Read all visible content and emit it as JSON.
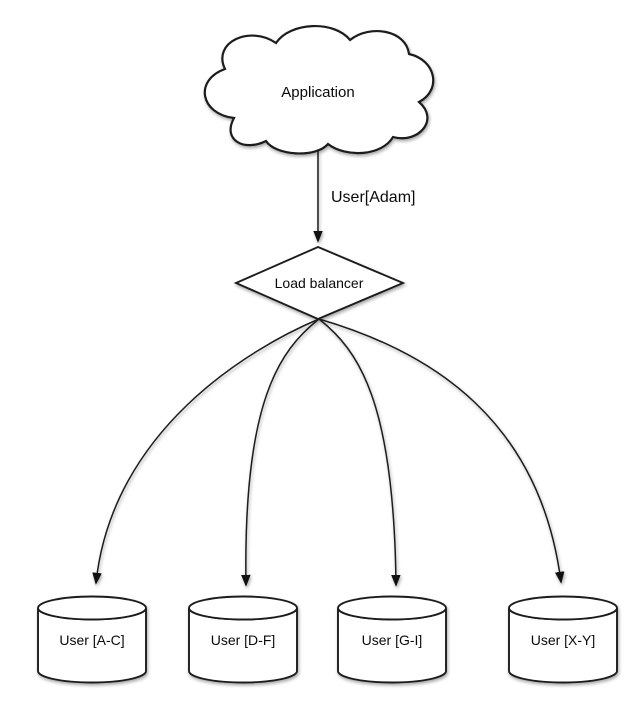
{
  "diagram": {
    "background_color": "#ffffff",
    "stroke_color": "#1c1c1c",
    "shape_fill_color": "#ffffff",
    "text_color": "#0a0a0a",
    "nodes": {
      "application": {
        "type": "cloud",
        "label": "Application"
      },
      "load_balancer": {
        "type": "diamond",
        "label": "Load balancer"
      },
      "shard_ac": {
        "type": "cylinder",
        "label": "User [A-C]"
      },
      "shard_df": {
        "type": "cylinder",
        "label": "User [D-F]"
      },
      "shard_gi": {
        "type": "cylinder",
        "label": "User [G-I]"
      },
      "shard_xy": {
        "type": "cylinder",
        "label": "User [X-Y]"
      }
    },
    "edges": {
      "app_to_lb": {
        "from": "application",
        "to": "load_balancer",
        "label": "User[Adam]"
      },
      "lb_to_ac": {
        "from": "load_balancer",
        "to": "shard_ac",
        "label": ""
      },
      "lb_to_df": {
        "from": "load_balancer",
        "to": "shard_df",
        "label": ""
      },
      "lb_to_gi": {
        "from": "load_balancer",
        "to": "shard_gi",
        "label": ""
      },
      "lb_to_xy": {
        "from": "load_balancer",
        "to": "shard_xy",
        "label": ""
      }
    }
  }
}
